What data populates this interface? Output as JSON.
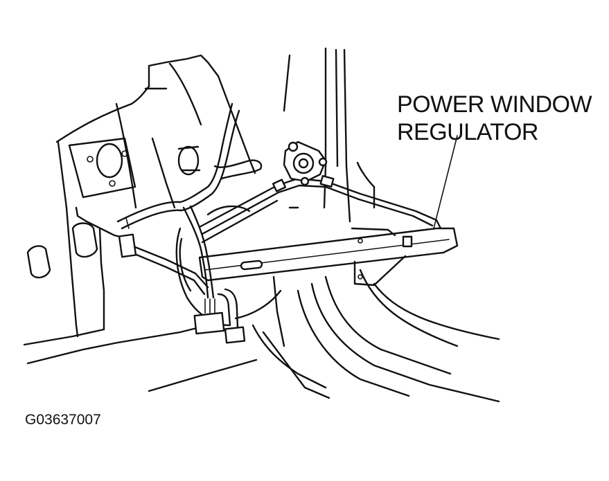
{
  "callout": {
    "line1": "POWER WINDOW",
    "line2": "REGULATOR"
  },
  "figure_id": "G03637007"
}
